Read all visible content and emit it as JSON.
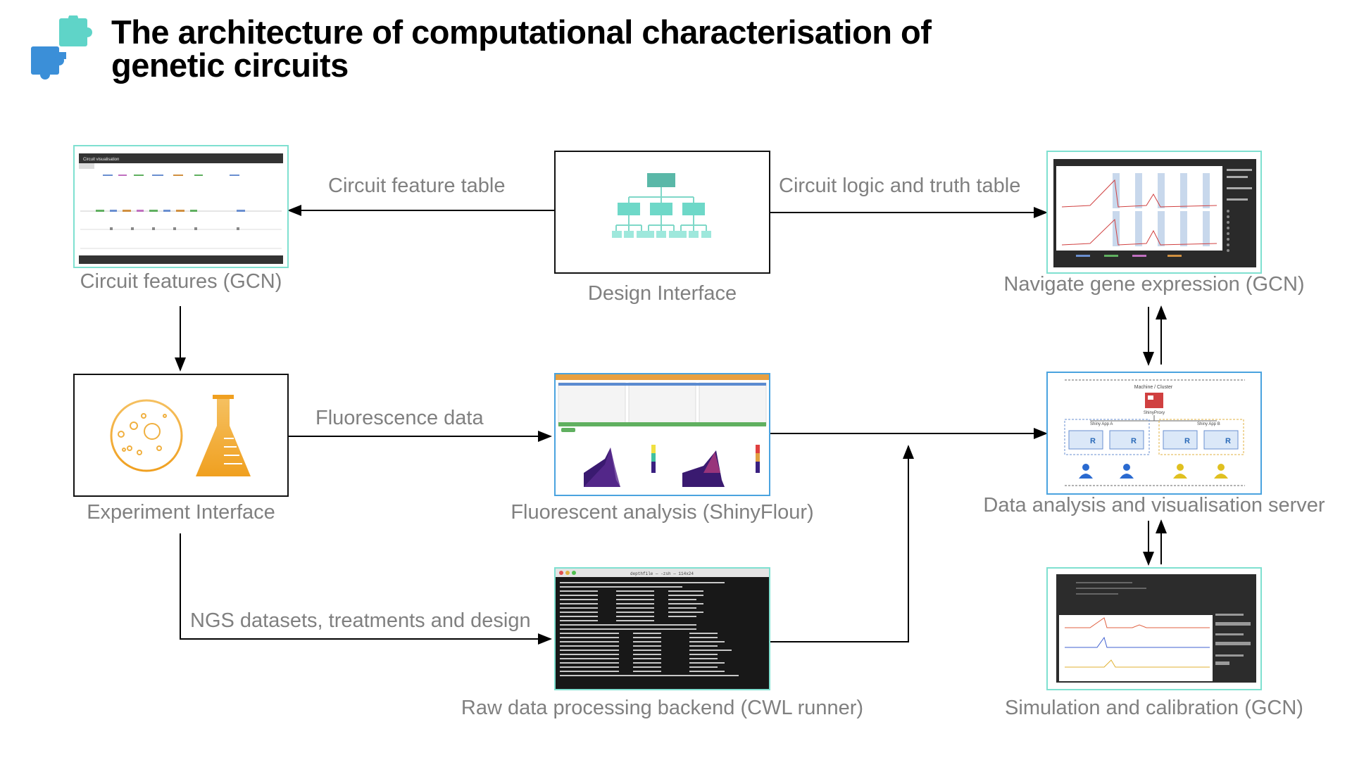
{
  "title": {
    "line1": "The architecture of computational characterisation of",
    "line2": "genetic circuits"
  },
  "logo_icon": "puzzle-pieces-icon",
  "nodes": {
    "circuit_features": "Circuit features (GCN)",
    "design_interface": "Design Interface",
    "navigate_gene_expression": "Navigate gene expression (GCN)",
    "experiment_interface": "Experiment Interface",
    "fluorescent_analysis": "Fluorescent analysis (ShinyFlour)",
    "data_server": "Data analysis and visualisation server",
    "raw_data_backend": "Raw data processing backend (CWL runner)",
    "simulation_calibration": "Simulation and calibration (GCN)"
  },
  "edges": {
    "circuit_feature_table": "Circuit feature table",
    "circuit_logic_truth_table": "Circuit logic and truth table",
    "fluorescence_data": "Fluorescence data",
    "ngs_datasets": "NGS datasets, treatments and design"
  },
  "thumbs": {
    "circuit_vis_title": "Circuit visualisation",
    "server_machine": "Machine / Cluster",
    "server_proxy": "ShinyProxy",
    "server_app_a": "Shiny App A",
    "server_app_b": "Shiny App B",
    "terminal_title": "depthfile — -zsh — 114x24"
  },
  "colors": {
    "teal_border": "#7fe0d0",
    "blue_border": "#4aa3df",
    "caption_grey": "#808080",
    "flask_orange": "#f0a020"
  }
}
